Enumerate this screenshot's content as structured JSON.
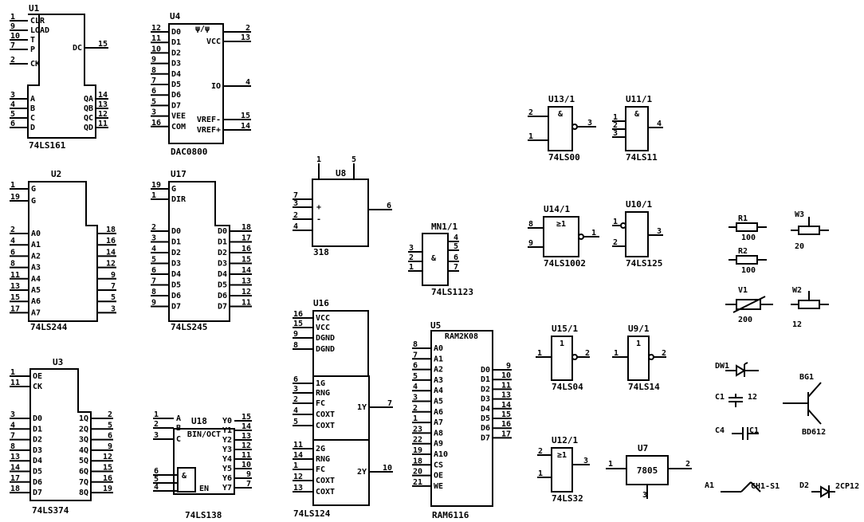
{
  "components": [
    {
      "id": "U1",
      "ref": "U1",
      "part": "74LS161",
      "left_pins": [
        [
          "1",
          "CLR"
        ],
        [
          "9",
          "LOAD"
        ],
        [
          "10",
          "T"
        ],
        [
          "7",
          "P"
        ],
        [
          "2",
          "CK"
        ],
        [
          "3",
          "A"
        ],
        [
          "4",
          "B"
        ],
        [
          "5",
          "C"
        ],
        [
          "6",
          "D"
        ]
      ],
      "right_pins": [
        [
          "15",
          "DC"
        ],
        [
          "14",
          "QA"
        ],
        [
          "13",
          "QB"
        ],
        [
          "12",
          "QC"
        ],
        [
          "11",
          "QD"
        ]
      ]
    },
    {
      "id": "U4",
      "ref": "U4",
      "part": "DAC0800",
      "top_label": "ψ/ψ",
      "left_pins": [
        [
          "12",
          "D0"
        ],
        [
          "11",
          "D1"
        ],
        [
          "10",
          "D2"
        ],
        [
          "9",
          "D3"
        ],
        [
          "8",
          "D4"
        ],
        [
          "7",
          "D5"
        ],
        [
          "6",
          "D6"
        ],
        [
          "5",
          "D7"
        ],
        [
          "3",
          "VEE"
        ],
        [
          "16",
          "COM"
        ]
      ],
      "right_pins": [
        [
          "2",
          ""
        ],
        [
          "13",
          "VCC"
        ],
        [
          "4",
          "IO"
        ],
        [
          "15",
          "VREF-"
        ],
        [
          "14",
          "VREF+"
        ]
      ]
    },
    {
      "id": "U2",
      "ref": "U2",
      "part": "74LS244",
      "left_pins": [
        [
          "1",
          "G"
        ],
        [
          "19",
          "G"
        ],
        [
          "2",
          "A0"
        ],
        [
          "4",
          "A1"
        ],
        [
          "6",
          "A2"
        ],
        [
          "8",
          "A3"
        ],
        [
          "11",
          "A4"
        ],
        [
          "13",
          "A5"
        ],
        [
          "15",
          "A6"
        ],
        [
          "17",
          "A7"
        ]
      ],
      "right_pins": [
        [
          "18",
          ""
        ],
        [
          "16",
          ""
        ],
        [
          "14",
          ""
        ],
        [
          "12",
          ""
        ],
        [
          "9",
          ""
        ],
        [
          "7",
          ""
        ],
        [
          "5",
          ""
        ],
        [
          "3",
          ""
        ]
      ]
    },
    {
      "id": "U17",
      "ref": "U17",
      "part": "74LS245",
      "left_pins": [
        [
          "19",
          "G"
        ],
        [
          "1",
          "DIR"
        ],
        [
          "2",
          "D0"
        ],
        [
          "3",
          "D1"
        ],
        [
          "4",
          "D2"
        ],
        [
          "5",
          "D3"
        ],
        [
          "6",
          "D4"
        ],
        [
          "7",
          "D5"
        ],
        [
          "8",
          "D6"
        ],
        [
          "9",
          "D7"
        ]
      ],
      "right_pins": [
        [
          "18",
          "D0"
        ],
        [
          "17",
          "D1"
        ],
        [
          "16",
          "D2"
        ],
        [
          "15",
          "D3"
        ],
        [
          "14",
          "D4"
        ],
        [
          "13",
          "D5"
        ],
        [
          "12",
          "D6"
        ],
        [
          "11",
          "D7"
        ]
      ]
    },
    {
      "id": "U3",
      "ref": "U3",
      "part": "74LS374",
      "left_pins": [
        [
          "1",
          "OE"
        ],
        [
          "11",
          "CK"
        ],
        [
          "3",
          "D0"
        ],
        [
          "4",
          "D1"
        ],
        [
          "7",
          "D2"
        ],
        [
          "8",
          "D3"
        ],
        [
          "13",
          "D4"
        ],
        [
          "14",
          "D5"
        ],
        [
          "17",
          "D6"
        ],
        [
          "18",
          "D7"
        ]
      ],
      "right_pins": [
        [
          "2",
          "1Q"
        ],
        [
          "5",
          "2Q"
        ],
        [
          "6",
          "3Q"
        ],
        [
          "9",
          "4Q"
        ],
        [
          "12",
          "5Q"
        ],
        [
          "15",
          "6Q"
        ],
        [
          "16",
          "7Q"
        ],
        [
          "19",
          "8Q"
        ]
      ]
    },
    {
      "id": "U18",
      "ref": "U18",
      "part": "74LS138",
      "header": "BIN/OCT",
      "left_pins": [
        [
          "1",
          "A"
        ],
        [
          "2",
          "B"
        ],
        [
          "3",
          "C"
        ],
        [
          "6",
          ""
        ],
        [
          "5",
          ""
        ],
        [
          "4",
          ""
        ]
      ],
      "right_pins": [
        [
          "15",
          "Y0"
        ],
        [
          "14",
          "Y1"
        ],
        [
          "13",
          "Y2"
        ],
        [
          "12",
          "Y3"
        ],
        [
          "11",
          "Y4"
        ],
        [
          "10",
          "Y5"
        ],
        [
          "9",
          "Y6"
        ],
        [
          "7",
          "Y7"
        ]
      ],
      "inner_label": "EN"
    },
    {
      "id": "U8",
      "ref": "U8",
      "part": "318",
      "pins": [
        [
          "1",
          ""
        ],
        [
          "5",
          ""
        ],
        [
          "7",
          ""
        ],
        [
          "3",
          "+"
        ],
        [
          "2",
          "-"
        ],
        [
          "4",
          ""
        ],
        [
          "6",
          ""
        ]
      ]
    },
    {
      "id": "U16",
      "ref": "U16",
      "part": "74LS124",
      "left_pins": [
        [
          "16",
          "VCC"
        ],
        [
          "15",
          "VCC"
        ],
        [
          "9",
          "DGND"
        ],
        [
          "8",
          "DGND"
        ],
        [
          "6",
          "1G"
        ],
        [
          "3",
          "RNG"
        ],
        [
          "2",
          "FC"
        ],
        [
          "4",
          "COXT"
        ],
        [
          "5",
          "COXT"
        ],
        [
          "11",
          "2G"
        ],
        [
          "14",
          "RNG"
        ],
        [
          "1",
          "FC"
        ],
        [
          "12",
          "COXT"
        ],
        [
          "13",
          "COXT"
        ]
      ],
      "right_pins": [
        [
          "7",
          "1Y"
        ],
        [
          "10",
          "2Y"
        ]
      ]
    },
    {
      "id": "MN1",
      "ref": "MN1/1",
      "part": "74LS1123",
      "left_pins": [
        [
          "3",
          ""
        ],
        [
          "2",
          ""
        ],
        [
          "1",
          ""
        ]
      ],
      "right_pins": [
        [
          "4",
          ""
        ],
        [
          "5",
          ""
        ],
        [
          "6",
          ""
        ],
        [
          "7",
          ""
        ]
      ]
    },
    {
      "id": "U5",
      "ref": "U5",
      "part": "RAM6116",
      "header": "RAM2K08",
      "left_pins": [
        [
          "8",
          "A0"
        ],
        [
          "7",
          "A1"
        ],
        [
          "6",
          "A2"
        ],
        [
          "5",
          "A3"
        ],
        [
          "4",
          "A4"
        ],
        [
          "3",
          "A5"
        ],
        [
          "2",
          "A6"
        ],
        [
          "1",
          "A7"
        ],
        [
          "23",
          "A8"
        ],
        [
          "22",
          "A9"
        ],
        [
          "19",
          "A10"
        ],
        [
          "18",
          "CS"
        ],
        [
          "20",
          "OE"
        ],
        [
          "21",
          "WE"
        ]
      ],
      "right_pins": [
        [
          "9",
          "D0"
        ],
        [
          "10",
          "D1"
        ],
        [
          "11",
          "D2"
        ],
        [
          "13",
          "D3"
        ],
        [
          "14",
          "D4"
        ],
        [
          "15",
          "D5"
        ],
        [
          "16",
          "D6"
        ],
        [
          "17",
          "D7"
        ]
      ]
    },
    {
      "id": "U13",
      "ref": "U13/1",
      "part": "74LS00",
      "symbol": "&",
      "pins": [
        [
          "2",
          ""
        ],
        [
          "1",
          ""
        ],
        [
          "3",
          ""
        ]
      ]
    },
    {
      "id": "U11",
      "ref": "U11/1",
      "part": "74LS11",
      "symbol": "&",
      "pins": [
        [
          "1",
          ""
        ],
        [
          "2",
          ""
        ],
        [
          "3",
          ""
        ],
        [
          "4",
          ""
        ]
      ]
    },
    {
      "id": "U14",
      "ref": "U14/1",
      "part": "74LS1002",
      "symbol": "≥1",
      "pins": [
        [
          "8",
          ""
        ],
        [
          "9",
          ""
        ],
        [
          "1",
          ""
        ]
      ]
    },
    {
      "id": "U10",
      "ref": "U10/1",
      "part": "74LS125",
      "symbol": "",
      "pins": [
        [
          "1",
          ""
        ],
        [
          "2",
          ""
        ],
        [
          "3",
          ""
        ]
      ]
    },
    {
      "id": "U15",
      "ref": "U15/1",
      "part": "74LS04",
      "symbol": "1",
      "pins": [
        [
          "1",
          ""
        ],
        [
          "2",
          ""
        ]
      ]
    },
    {
      "id": "U9",
      "ref": "U9/1",
      "part": "74LS14",
      "symbol": "1",
      "pins": [
        [
          "1",
          ""
        ],
        [
          "2",
          ""
        ]
      ]
    },
    {
      "id": "U12",
      "ref": "U12/1",
      "part": "74LS32",
      "symbol": "≥1",
      "pins": [
        [
          "2",
          ""
        ],
        [
          "1",
          ""
        ],
        [
          "3",
          ""
        ]
      ]
    },
    {
      "id": "U7",
      "ref": "U7",
      "part": "7805",
      "pins": [
        [
          "1",
          ""
        ],
        [
          "2",
          ""
        ],
        [
          "3",
          ""
        ]
      ]
    }
  ],
  "passives": [
    {
      "id": "R1",
      "ref": "R1",
      "value": "100"
    },
    {
      "id": "R2",
      "ref": "R2",
      "value": "100"
    },
    {
      "id": "W3",
      "ref": "W3",
      "value": "20"
    },
    {
      "id": "V1",
      "ref": "V1",
      "value": "200"
    },
    {
      "id": "W2",
      "ref": "W2",
      "value": "12"
    },
    {
      "id": "DW1",
      "ref": "DW1",
      "value": ""
    },
    {
      "id": "C1",
      "ref": "C1",
      "value": "12"
    },
    {
      "id": "C4",
      "ref": "C4",
      "value": "C1"
    },
    {
      "id": "BG1",
      "ref": "BG1",
      "value": "BD612"
    },
    {
      "id": "A1",
      "ref": "A1",
      "value": "CH1-S1"
    },
    {
      "id": "D2",
      "ref": "D2",
      "value": "2CP12"
    }
  ]
}
